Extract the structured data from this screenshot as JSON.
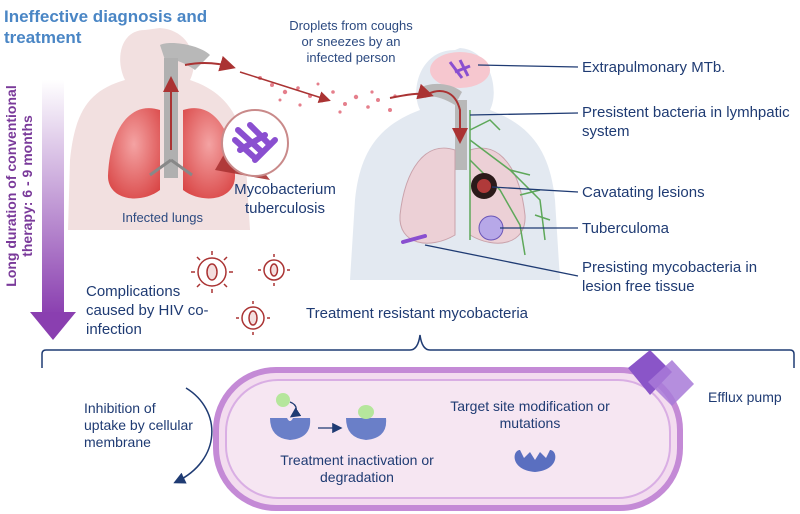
{
  "title": "Ineffective diagnosis and treatment",
  "vertical_label": "Long duration of conventional therapy: 6 - 9 months",
  "droplets_label": "Droplets from coughs or sneezes by an infected person",
  "infected_lungs_label": "Infected lungs",
  "mycobacterium_label": "Mycobacterium tuberculosis",
  "hiv_label": "Complications caused by HIV co-infection",
  "right_labels": {
    "extrapulmonary": "Extrapulmonary MTb.",
    "persistent_lymph": "Presistent bacteria in lymhpatic system",
    "cavitating": "Cavatating lesions",
    "tuberculoma": "Tuberculoma",
    "persisting_myco": "Presisting mycobacteria in lesion free tissue"
  },
  "resistant_label": "Treatment resistant mycobacteria",
  "mechanisms": {
    "inhibition": "Inhibition of uptake by cellular membrane",
    "inactivation": "Treatment inactivation or degradation",
    "target": "Target site modification or mutations",
    "efflux": "Efflux pump"
  },
  "colors": {
    "title": "#4a86c5",
    "vertical_arrow": "#8a3fb0",
    "text": "#1f3b73",
    "cell_membrane": "#c48ad6",
    "lungs": "#e06060",
    "bacteria": "#8a4fd0"
  }
}
